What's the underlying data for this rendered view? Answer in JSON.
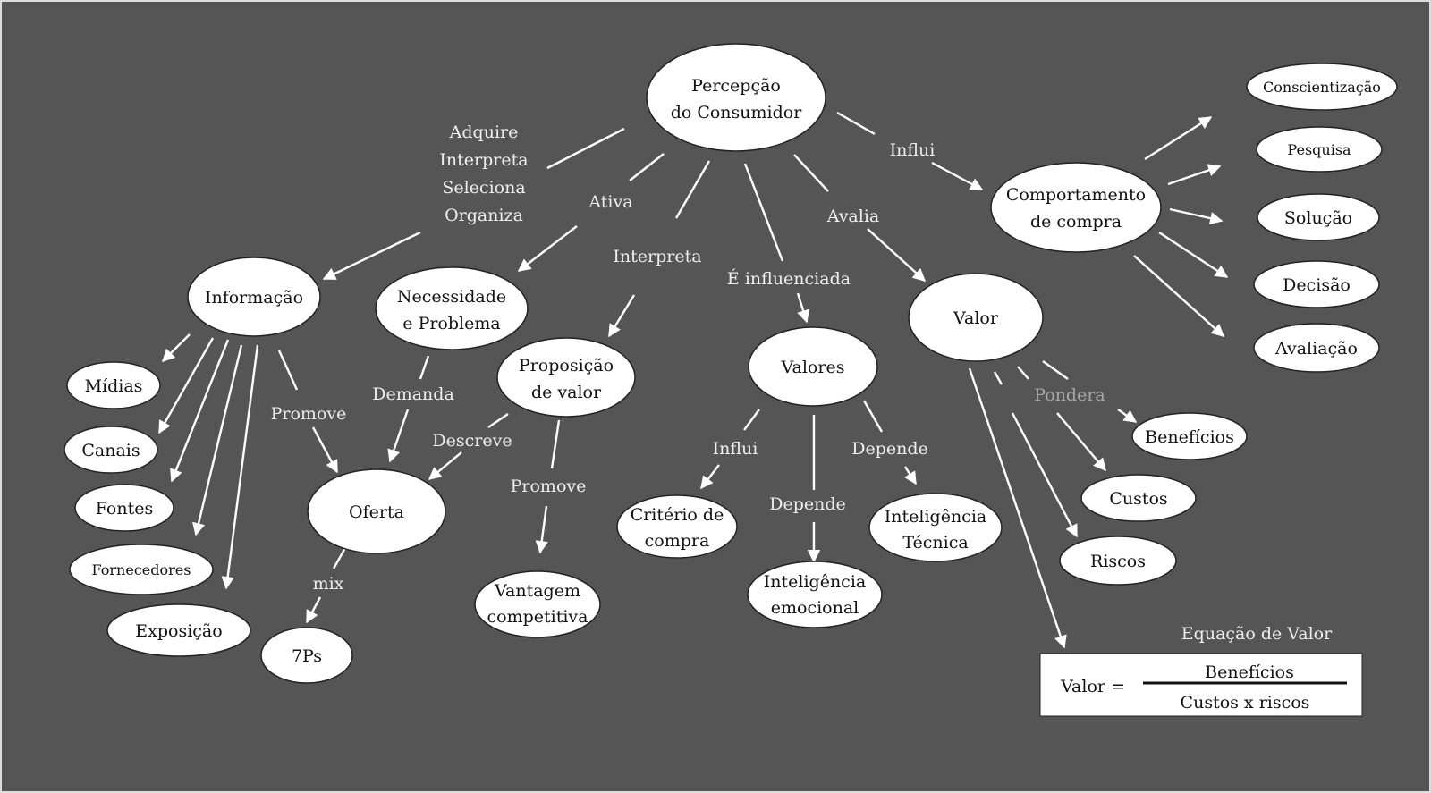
{
  "colors": {
    "background": "#555555",
    "border": "#dddddd",
    "node_fill": "#ffffff",
    "node_text": "#111111",
    "edge": "#ffffff",
    "edge_label": "#eeeeee",
    "edge_label_dim": "#a8a8a8"
  },
  "nodes": {
    "percepcao": [
      "Percepção",
      "do Consumidor"
    ],
    "informacao": [
      "Informação"
    ],
    "necessidade": [
      "Necessidade",
      "e Problema"
    ],
    "proposicao": [
      "Proposição",
      "de valor"
    ],
    "valores": [
      "Valores"
    ],
    "valor": [
      "Valor"
    ],
    "comportamento": [
      "Comportamento",
      "de compra"
    ],
    "conscientizacao": [
      "Conscientização"
    ],
    "pesquisa": [
      "Pesquisa"
    ],
    "solucao": [
      "Solução"
    ],
    "decisao": [
      "Decisão"
    ],
    "avaliacao": [
      "Avaliação"
    ],
    "midias": [
      "Mídias"
    ],
    "canais": [
      "Canais"
    ],
    "fontes": [
      "Fontes"
    ],
    "fornecedores": [
      "Fornecedores"
    ],
    "exposicao": [
      "Exposição"
    ],
    "oferta": [
      "Oferta"
    ],
    "sete_ps": [
      "7Ps"
    ],
    "vantagem": [
      "Vantagem",
      "competitiva"
    ],
    "criterio": [
      "Critério de",
      "compra"
    ],
    "int_emocional": [
      "Inteligência",
      "emocional"
    ],
    "int_tecnica": [
      "Inteligência",
      "Técnica"
    ],
    "beneficios": [
      "Benefícios"
    ],
    "custos": [
      "Custos"
    ],
    "riscos": [
      "Riscos"
    ]
  },
  "edge_labels": {
    "adquire": [
      "Adquire",
      "Interpreta",
      "Seleciona",
      "Organiza"
    ],
    "ativa": "Ativa",
    "interpreta": "Interpreta",
    "e_influenciada": "É influenciada",
    "avalia": "Avalia",
    "influi_top": "Influi",
    "demanda": "Demanda",
    "promove_left": "Promove",
    "descreve": "Descreve",
    "promove_mid": "Promove",
    "mix": "mix",
    "influi_valores": "Influi",
    "depende_right": "Depende",
    "depende_down": "Depende",
    "pondera": "Pondera"
  },
  "equation": {
    "title": "Equação de Valor",
    "lhs": "Valor =",
    "numerator": "Benefícios",
    "denominator": "Custos x  riscos"
  }
}
